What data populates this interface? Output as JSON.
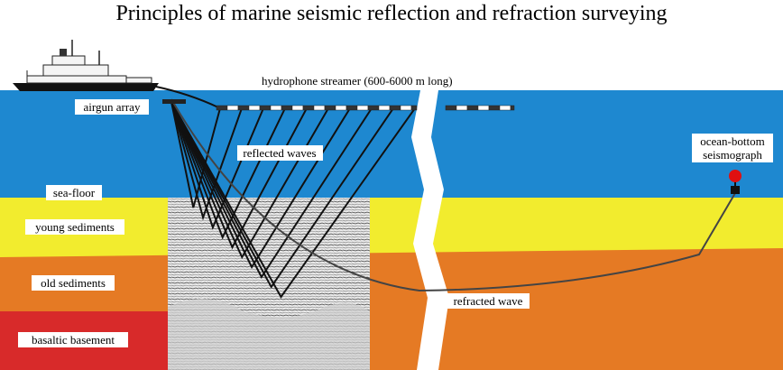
{
  "title": "Principles of marine seismic reflection and refraction surveying",
  "labels": {
    "streamer": "hydrophone streamer (600-6000 m long)",
    "airgun": "airgun array",
    "reflected": "reflected waves",
    "obs_line1": "ocean-bottom",
    "obs_line2": "seismograph",
    "seafloor": "sea-floor",
    "young": "young sediments",
    "old": "old sediments",
    "basement": "basaltic basement",
    "refracted": "refracted wave"
  },
  "colors": {
    "sea": "#1e88d0",
    "young_sediments": "#f2ec2e",
    "old_sediments": "#e57a24",
    "basaltic_basement": "#d82a2a",
    "obs_marker": "#e01010",
    "streamer_light": "#ffffff",
    "streamer_dark": "#333333"
  },
  "icons": {
    "ship": "research-ship-icon",
    "obs": "ocean-bottom-seismograph-icon"
  }
}
